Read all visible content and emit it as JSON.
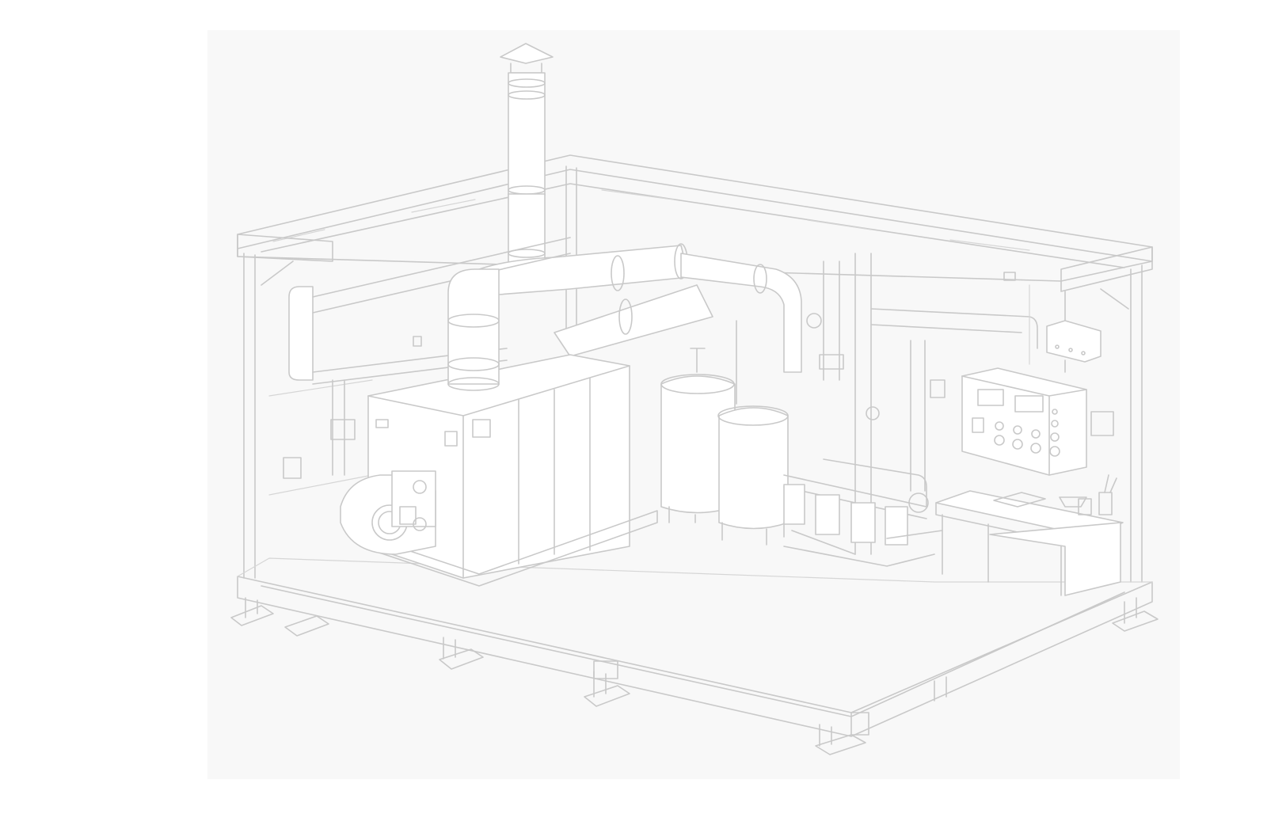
{
  "image": {
    "background": "#ffffff",
    "line_color": "#c9c9c9",
    "panel_color": "#f7f7f7"
  },
  "components": {
    "chimney": "chimney-stack",
    "boiler": "boiler-unit",
    "burner": "burner-assembly",
    "tanks": [
      "expansion-tank",
      "expansion-tank"
    ],
    "pumps": "pump-group",
    "control_panel": "control-panel",
    "workbench": "workbench",
    "frame": "skid-frame"
  }
}
